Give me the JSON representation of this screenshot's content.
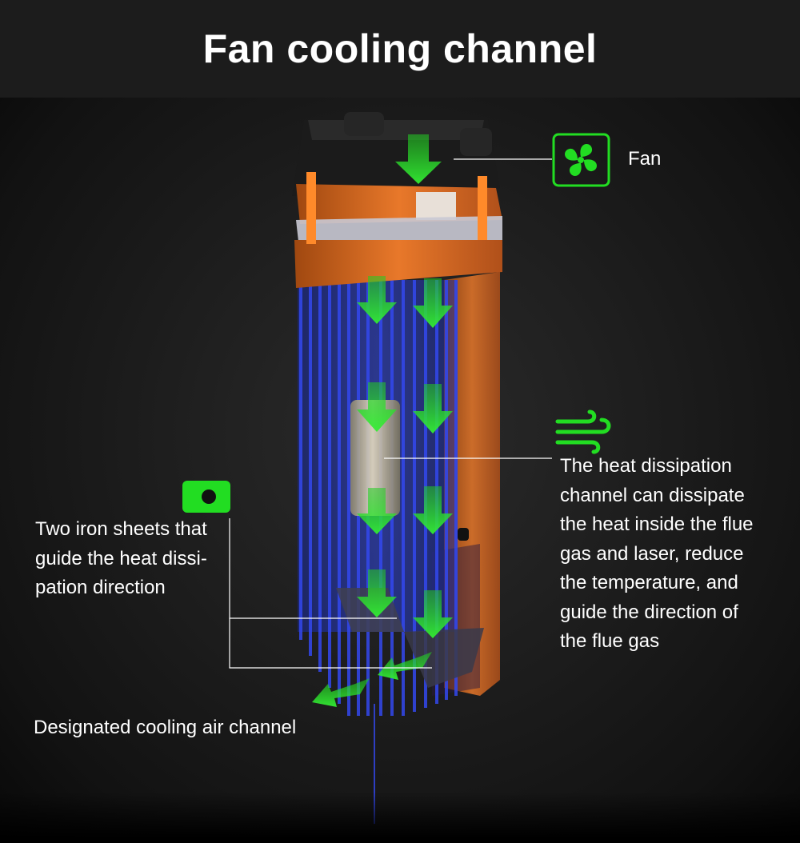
{
  "header": {
    "title": "Fan cooling channel"
  },
  "callouts": {
    "fan": {
      "label": "Fan",
      "icon": "fan-icon"
    },
    "heat_channel": {
      "lines": [
        "The heat dissipation",
        "channel can dissipate",
        "the heat inside the flue",
        "gas and laser, reduce",
        "the temperature, and",
        "guide the direction of",
        "the flue gas"
      ],
      "icon": "airflow-icon"
    },
    "iron_sheets": {
      "lines": [
        "Two iron sheets that",
        "guide the heat dissi-",
        "pation direction"
      ],
      "icon": "sheet-icon"
    },
    "air_channel": {
      "label": "Designated cooling air channel"
    }
  },
  "colors": {
    "accent_green": "#22dd22",
    "fin_blue": "#2233cc",
    "frame_orange": "#d9661a",
    "header_bg": "#1c1c1c"
  }
}
